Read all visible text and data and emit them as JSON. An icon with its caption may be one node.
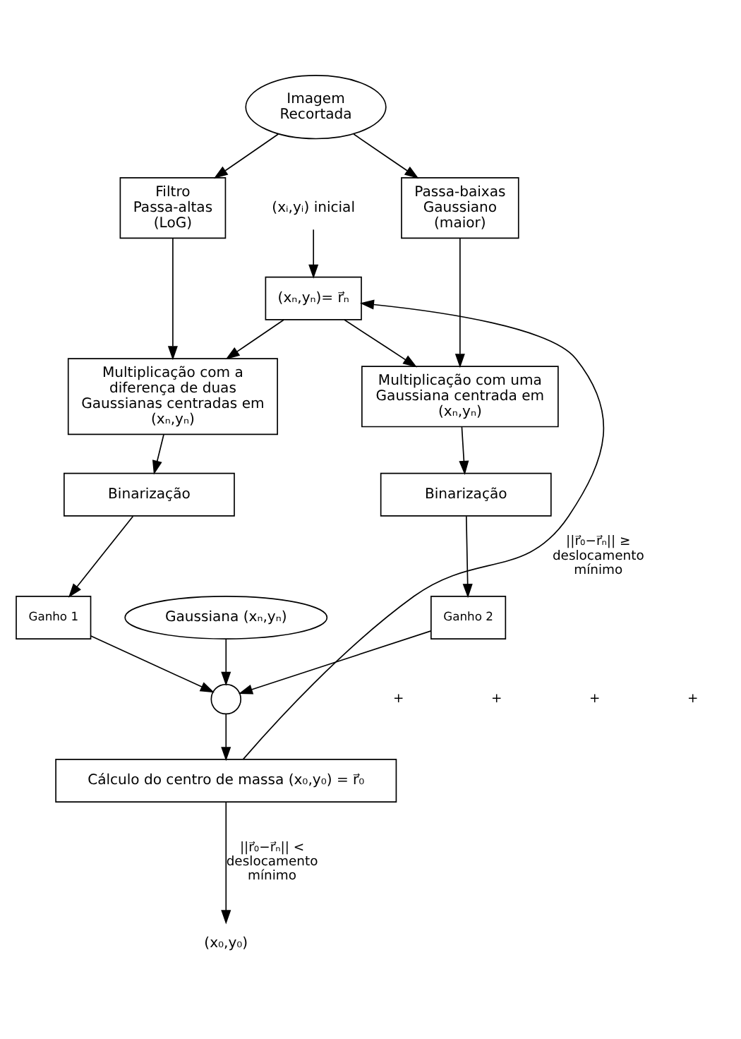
{
  "diagram": {
    "nodes": [
      {
        "text": [
          "Imagem Recortada"
        ]
      },
      {
        "text": [
          "Filtro Passa-altas (LoG)"
        ]
      },
      {
        "text": [
          "Passa-baixas Gaussiano (maior)"
        ]
      },
      {
        "text": [
          "(xᵢ,yᵢ) inicial"
        ]
      },
      {
        "text": [
          "(xₙ,yₙ)= r⃗ₙ"
        ]
      },
      {
        "text": [
          "Multiplicação com a diferença de duas Gaussianas centradas em (xₙ,yₙ)"
        ]
      },
      {
        "text": [
          "Multiplicação com uma Gaussiana centrada em (xₙ,yₙ)"
        ]
      },
      {
        "text": [
          "Binarização"
        ]
      },
      {
        "text": [
          "Binarização"
        ]
      },
      {
        "text": [
          "Gaussiana (xₙ,yₙ)"
        ]
      },
      {
        "text": [
          "Ganho 1"
        ]
      },
      {
        "text": [
          "Ganho 2"
        ]
      },
      {
        "text": [],
        "shape": "circle"
      },
      {
        "text": [
          "Cálculo do centro de massa (x₀,y₀) = r⃗₀"
        ]
      },
      {
        "text": [
          "(x₀,y₀)"
        ]
      }
    ],
    "edges": [
      {
        "from": 0,
        "to": 1,
        "arrow": "to"
      },
      {
        "from": 0,
        "to": 2,
        "arrow": "to"
      },
      {
        "from": 3,
        "to": 4,
        "arrow": "to"
      },
      {
        "from": 1,
        "to": 5,
        "arrow": "to"
      },
      {
        "from": 4,
        "to": 5,
        "arrow": "to"
      },
      {
        "from": 4,
        "to": 6,
        "arrow": "to"
      },
      {
        "from": 2,
        "to": 6,
        "arrow": "to"
      },
      {
        "from": 5,
        "to": 7,
        "arrow": "to"
      },
      {
        "from": 6,
        "to": 8,
        "arrow": "to"
      },
      {
        "from": 7,
        "to": 10,
        "arrow": "to"
      },
      {
        "from": 8,
        "to": 11,
        "arrow": "to"
      },
      {
        "from": 9,
        "to": 12,
        "arrow": "to"
      },
      {
        "from": 10,
        "to": 12,
        "arrow": "to"
      },
      {
        "from": 11,
        "to": 12,
        "arrow": "to"
      },
      {
        "from": 12,
        "to": 13,
        "arrow": "to"
      },
      {
        "from": 13,
        "to": 4,
        "arrow": "to",
        "label": "||r⃗₀−r⃗ₙ|| ≥ deslocamento mínimo"
      },
      {
        "from": 13,
        "to": 14,
        "arrow": "to",
        "label": "||r⃗₀−r⃗ₙ|| < deslocamento mínimo"
      }
    ],
    "labels": [
      "+",
      "+",
      "+",
      "+"
    ]
  }
}
